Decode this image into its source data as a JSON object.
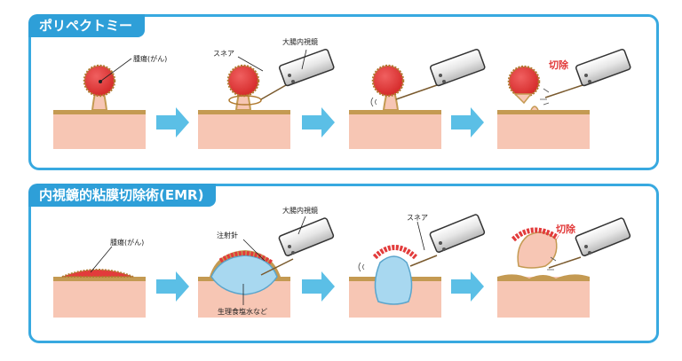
{
  "polypectomy": {
    "title": "ポリペクトミー",
    "labels": {
      "tumor": "腫瘍(がん)",
      "snare": "スネア",
      "scope": "大腸内視鏡",
      "resection": "切除"
    }
  },
  "emr": {
    "title": "内視鏡的粘膜切除術(EMR)",
    "labels": {
      "tumor": "腫瘍(がん)",
      "needle": "注射針",
      "scope": "大腸内視鏡",
      "saline": "生理食塩水など",
      "snare": "スネア",
      "resection": "切除"
    }
  },
  "colors": {
    "frame": "#38a9e0",
    "tissue": "#f7c6b4",
    "mucosa": "#c49a52",
    "tumor": "#e23b3b",
    "arrow": "#5bbfe6",
    "saline": "#a8d8f0"
  }
}
